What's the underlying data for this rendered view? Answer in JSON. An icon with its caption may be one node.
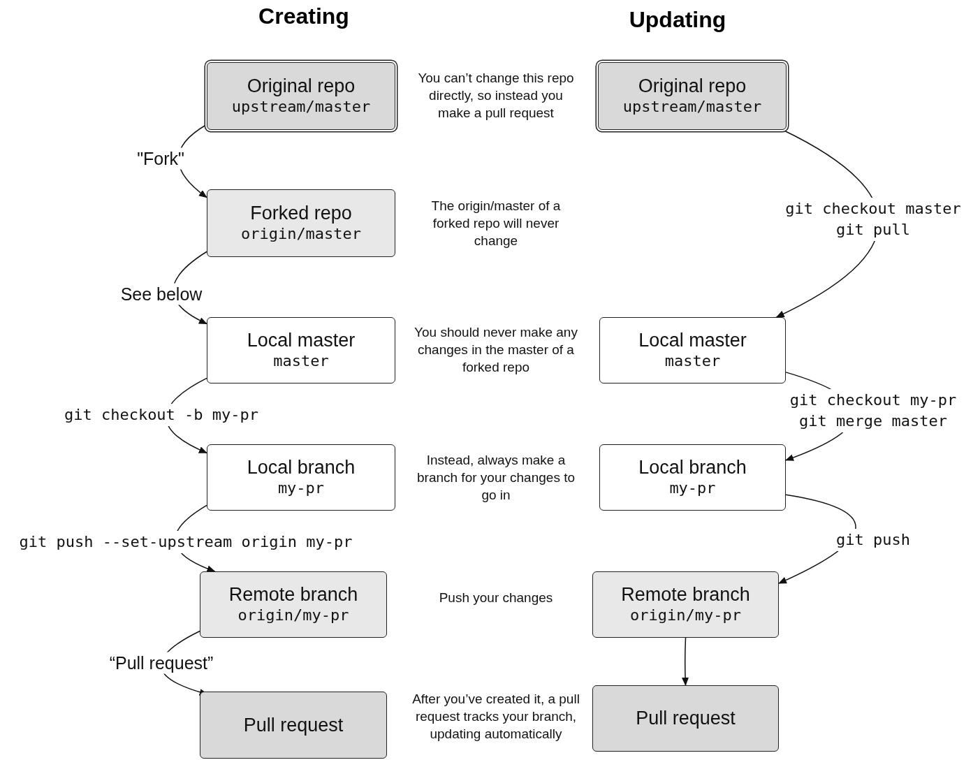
{
  "diagram": {
    "nodes": [
      {
        "text": [
          "Original repo",
          "upstream/master"
        ]
      },
      {
        "text": [
          "Forked repo",
          "origin/master"
        ]
      },
      {
        "text": [
          "Local master",
          "master"
        ]
      },
      {
        "text": [
          "Local branch",
          "my-pr"
        ]
      },
      {
        "text": [
          "Remote branch",
          "origin/my-pr"
        ]
      },
      {
        "text": [
          "Pull request"
        ]
      },
      {
        "text": [
          "Original repo",
          "upstream/master"
        ]
      },
      {
        "text": [
          "Local master",
          "master"
        ]
      },
      {
        "text": [
          "Local branch",
          "my-pr"
        ]
      },
      {
        "text": [
          "Remote branch",
          "origin/my-pr"
        ]
      },
      {
        "text": [
          "Pull request"
        ]
      }
    ],
    "edges": [
      {
        "from": 0,
        "to": 1,
        "arrow": "to",
        "label": "\"Fork\""
      },
      {
        "from": 1,
        "to": 2,
        "arrow": "to",
        "label": "See below"
      },
      {
        "from": 2,
        "to": 3,
        "arrow": "to",
        "label": "git checkout -b my-pr"
      },
      {
        "from": 3,
        "to": 4,
        "arrow": "to",
        "label": "git push --set-upstream origin my-pr"
      },
      {
        "from": 4,
        "to": 5,
        "arrow": "to",
        "label": "“Pull request”"
      },
      {
        "from": 6,
        "to": 7,
        "arrow": "to",
        "label": "git checkout master git pull"
      },
      {
        "from": 7,
        "to": 8,
        "arrow": "to",
        "label": "git checkout my-pr git merge master"
      },
      {
        "from": 8,
        "to": 9,
        "arrow": "to",
        "label": "git push"
      },
      {
        "from": 9,
        "to": 10,
        "arrow": "to"
      }
    ],
    "labels": [
      "Creating",
      "Updating",
      "You can’t change this repo directly, so instead you make a pull request",
      "The origin/master of a forked repo will never change",
      "You should never make any changes in the master of a forked repo",
      "Instead, always make a branch for your changes to go in",
      "Push your changes",
      "After you’ve created it, a pull request tracks your branch, updating automatically"
    ]
  }
}
